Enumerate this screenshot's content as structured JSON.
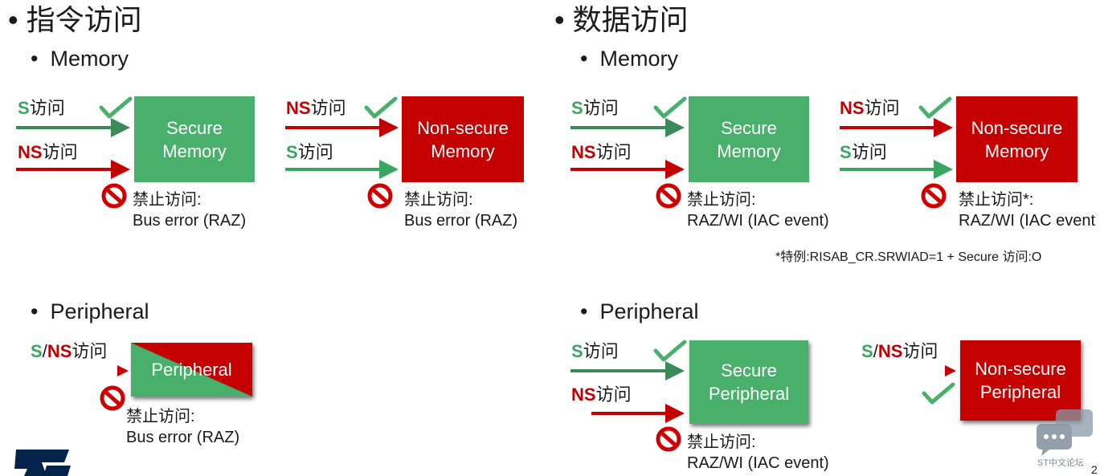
{
  "left": {
    "title": "指令访问",
    "memory_title": "Memory",
    "peripheral_title": "Peripheral",
    "secure_memory": {
      "line1": "Secure",
      "line2": "Memory",
      "s": "S",
      "ns": "NS",
      "access": "访问",
      "deny_line1": "禁止访问:",
      "deny_line2": "Bus error (RAZ)"
    },
    "nonsecure_memory": {
      "line1": "Non-secure",
      "line2": "Memory",
      "s": "S",
      "ns": "NS",
      "access": "访问",
      "deny_line1": "禁止访问:",
      "deny_line2": "Bus error (RAZ)"
    },
    "peripheral": {
      "label": "Peripheral",
      "s": "S",
      "slash": "/",
      "ns": "NS",
      "access": "访问",
      "deny_line1": "禁止访问:",
      "deny_line2": "Bus error (RAZ)"
    }
  },
  "right": {
    "title": "数据访问",
    "memory_title": "Memory",
    "peripheral_title": "Peripheral",
    "secure_memory": {
      "line1": "Secure",
      "line2": "Memory",
      "s": "S",
      "ns": "NS",
      "access": "访问",
      "deny_line1": "禁止访问:",
      "deny_line2": "RAZ/WI (IAC event)"
    },
    "nonsecure_memory": {
      "line1": "Non-secure",
      "line2": "Memory",
      "s": "S",
      "ns": "NS",
      "access": "访问",
      "deny_line1": "禁止访问*:",
      "deny_line2": "RAZ/WI (IAC event"
    },
    "note": "*特例:RISAB_CR.SRWIAD=1 + Secure 访问:O",
    "secure_peripheral": {
      "line1": "Secure",
      "line2": "Peripheral",
      "s": "S",
      "ns": "NS",
      "access": "访问",
      "deny_line1": "禁止访问:",
      "deny_line2": "RAZ/WI (IAC event)"
    },
    "nonsecure_peripheral": {
      "line1": "Non-secure",
      "line2": "Peripheral",
      "s": "S",
      "slash": "/",
      "ns": "NS",
      "access": "访问"
    }
  },
  "footer": {
    "forum_label": "ST中文论坛",
    "page_number": "2"
  },
  "colors": {
    "secure_green": "#49b06c",
    "arrow_green": "#3aa660",
    "nonsecure_red": "#c40000",
    "forbidden_red": "#d00000",
    "st_logo_blue": "#03234b"
  },
  "icons": [
    "bullet-icon",
    "check-icon",
    "forbidden-icon",
    "arrow-right-icon",
    "st-logo-icon",
    "chat-bubble-icon"
  ]
}
